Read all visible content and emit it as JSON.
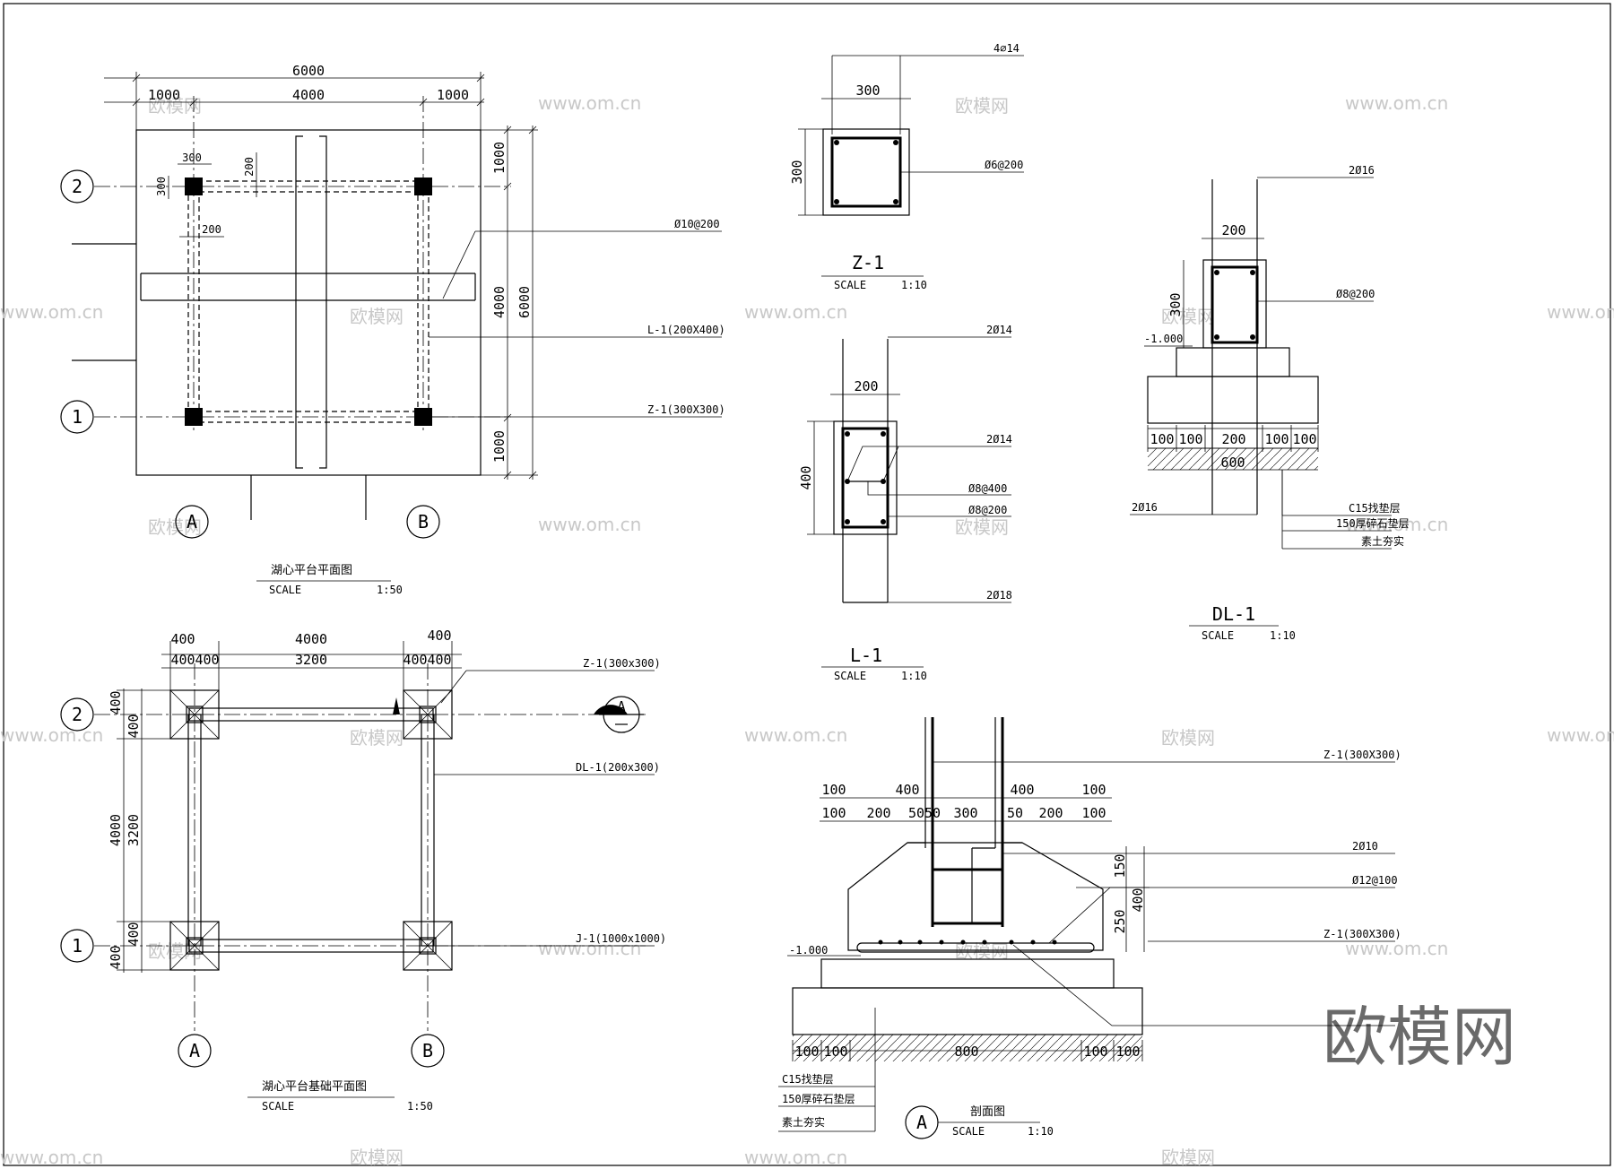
{
  "watermarks": {
    "brand": "欧模网",
    "site": "www.om.cn"
  },
  "plan": {
    "title": "湖心平台平面图",
    "scale_label": "SCALE",
    "scale": "1:50",
    "dim_total": "6000",
    "dim_left": "1000",
    "dim_mid": "4000",
    "dim_right": "1000",
    "dim_col": "300",
    "dim_col_v": "300",
    "dim_beam": "200",
    "dim_beam2": "200",
    "dim_v_top": "1000",
    "dim_v_mid": "4000",
    "dim_v_total": "6000",
    "dim_v_bot": "1000",
    "grid_2": "2",
    "grid_1": "1",
    "grid_a": "A",
    "grid_b": "B",
    "callout_rebar": "Ø10@200",
    "callout_beam": "L-1(200X400)",
    "callout_col": "Z-1(300X300)"
  },
  "foundation": {
    "title": "湖心平台基础平面图",
    "scale_label": "SCALE",
    "scale": "1:50",
    "dim_t1": "400",
    "dim_t2": "4000",
    "dim_t3": "400",
    "dim_b1": "400",
    "dim_b2": "400",
    "dim_b3": "3200",
    "dim_b4": "400",
    "dim_b5": "400",
    "dim_v1": "400",
    "dim_v2": "400",
    "dim_v3": "3200",
    "dim_v4": "400",
    "dim_v5": "400",
    "dim_vt": "4000",
    "grid_2": "2",
    "grid_1": "1",
    "grid_a": "A",
    "grid_b": "B",
    "section_mark": "A",
    "callout_col": "Z-1(300x300)",
    "callout_dl": "DL-1(200x300)",
    "callout_j": "J-1(1000x1000)"
  },
  "z1": {
    "title": "Z-1",
    "scale_label": "SCALE",
    "scale": "1:10",
    "dim_w": "300",
    "dim_h": "300",
    "rebar_main": "4⌀14",
    "stirrup": "Ø6@200"
  },
  "l1": {
    "title": "L-1",
    "scale_label": "SCALE",
    "scale": "1:10",
    "dim_w": "200",
    "dim_h": "400",
    "top": "2Ø14",
    "mid": "2Ø14",
    "st1": "Ø8@400",
    "st2": "Ø8@200",
    "bot": "2Ø18"
  },
  "dl1": {
    "title": "DL-1",
    "scale_label": "SCALE",
    "scale": "1:10",
    "dim_w": "200",
    "dim_h": "300",
    "elev": "-1.000",
    "top": "2Ø16",
    "stirrup": "Ø8@200",
    "bot": "2Ø16",
    "d1": "100",
    "d2": "100",
    "d3": "200",
    "d4": "100",
    "d5": "100",
    "d_total": "600",
    "layer1": "C15找垫层",
    "layer2": "150厚碎石垫层",
    "layer3": "素土夯实"
  },
  "section": {
    "title": "剖面图",
    "mark": "A",
    "scale_label": "SCALE",
    "scale": "1:10",
    "t1": "100",
    "t2": "400",
    "t3": "400",
    "t4": "100",
    "s1": "100",
    "s2": "200",
    "s3": "50",
    "s4": "50",
    "s5": "300",
    "s6": "50",
    "s7": "200",
    "s8": "100",
    "v1": "150",
    "v2": "250",
    "v_total": "400",
    "b1": "100",
    "b2": "100",
    "b_mid": "800",
    "b3": "100",
    "b4": "100",
    "elev": "-1.000",
    "callout_col": "Z-1(300X300)",
    "callout_bar": "2Ø10",
    "callout_mesh": "Ø12@100",
    "callout_col2": "Z-1(300X300)",
    "layer1": "C15找垫层",
    "layer2": "150厚碎石垫层",
    "layer3": "素土夯实"
  }
}
